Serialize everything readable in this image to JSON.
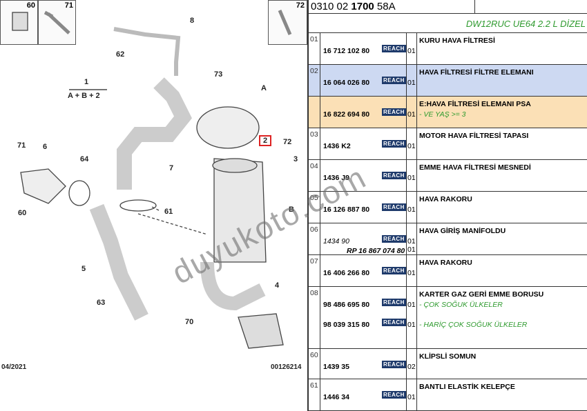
{
  "diagram": {
    "thumbs": [
      "60",
      "71",
      "72"
    ],
    "callouts": {
      "c8": "8",
      "c62": "62",
      "c1": "1",
      "abc": "A + B + 2",
      "c73": "73",
      "cA": "A",
      "c71": "71",
      "c6": "6",
      "c64": "64",
      "c7": "7",
      "c2": "2",
      "c72": "72",
      "c3": "3",
      "c60": "60",
      "c61": "61",
      "cB": "B",
      "c5": "5",
      "c63": "63",
      "c4": "4",
      "c70": "70"
    },
    "date": "04/2021",
    "ref": "00126214",
    "watermark": "duyukoto.com"
  },
  "header": {
    "prefix": "0310 02 ",
    "bold": "1700",
    "suffix": " 58A"
  },
  "model": "DW12RUC UE64 2.2 L DİZEL",
  "reach_label": "REACH",
  "rows": [
    {
      "idx": "01",
      "pn": "16 712 102 80",
      "qty": "01",
      "desc": "KURU HAVA FİLTRESİ"
    },
    {
      "idx": "02",
      "pn": "16 064 026 80",
      "qty": "01",
      "desc": "HAVA FİLTRESİ FİLTRE ELEMANI"
    },
    {
      "idx": "",
      "pn": "16 822 694 80",
      "qty": "01",
      "desc": "E:HAVA FİLTRESİ ELEMANI PSA",
      "note": "- VE YAŞ >= 3"
    },
    {
      "idx": "03",
      "pn": "1436 K2",
      "qty": "01",
      "desc": "MOTOR HAVA FİLTRESİ TAPASI"
    },
    {
      "idx": "04",
      "pn": "1436 J9",
      "qty": "01",
      "desc": "EMME HAVA FİLTRESİ MESNEDİ"
    },
    {
      "idx": "05",
      "pn": "16 126 887 80",
      "qty": "01",
      "desc": "HAVA RAKORU"
    },
    {
      "idx": "06",
      "pn": "1434 90",
      "qty": "01",
      "desc": "HAVA GİRİŞ MANİFOLDU",
      "rp": "RP 16 867 074 80",
      "rpqty": "01"
    },
    {
      "idx": "07",
      "pn": "16 406 266 80",
      "qty": "01",
      "desc": "HAVA RAKORU"
    },
    {
      "idx": "08",
      "pn": "98 486 695 80",
      "qty": "01",
      "desc": "KARTER GAZ GERİ EMME BORUSU",
      "note": "- ÇOK SOĞUK ÜLKELER",
      "pn2": "98 039 315 80",
      "qty2": "01",
      "note2": "- HARİÇ ÇOK SOĞUK ÜLKELER"
    },
    {
      "idx": "60",
      "pn": "1439 35",
      "qty": "02",
      "desc": "KLİPSLİ SOMUN"
    },
    {
      "idx": "61",
      "pn": "1446 34",
      "qty": "01",
      "desc": "BANTLI ELASTİK KELEPÇE"
    }
  ]
}
